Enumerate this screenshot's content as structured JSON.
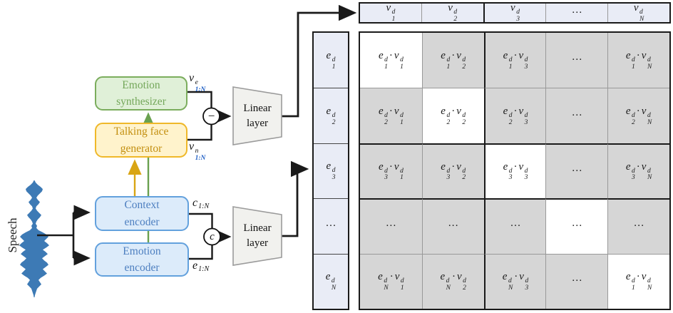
{
  "colors": {
    "accent_blue": "#1f5fc4",
    "wave_blue": "#3d7ab5",
    "green_fill": "#e0f0d8",
    "green_border": "#7bad5d",
    "green_text": "#74a75a",
    "yellow_fill": "#fff3cc",
    "yellow_border": "#efb829",
    "yellow_text": "#c38f10",
    "blue_fill": "#dcebfa",
    "blue_border": "#63a1dd",
    "blue_text": "#4d7fc0",
    "trap_fill": "#f1f1ee",
    "trap_border": "#9b9b9b",
    "header_cell": "#e9ecf6",
    "gray_cell": "#d6d6d6",
    "white_cell": "#ffffff",
    "grid_line": "#999999",
    "line_black": "#1a1a1a"
  },
  "diagram": {
    "speech_label": "Speech",
    "waveform_amplitudes": [
      0.5,
      2,
      5,
      9,
      12,
      11,
      8,
      5,
      3,
      5,
      8,
      6,
      3,
      2,
      4,
      7,
      10,
      8,
      5,
      3,
      2,
      4,
      3,
      6,
      12,
      17,
      20,
      17,
      14,
      18,
      21,
      17,
      12,
      16,
      19,
      15,
      11,
      14,
      18,
      20,
      16,
      12,
      15,
      18,
      14,
      9,
      6,
      8,
      10,
      7,
      4,
      3,
      2,
      1,
      0.5
    ],
    "boxes": {
      "emotion_synthesizer": {
        "line1": "Emotion",
        "line2": "synthesizer"
      },
      "talking_face_generator": {
        "line1": "Talking face",
        "line2": "generator"
      },
      "context_encoder": {
        "line1": "Context",
        "line2": "encoder"
      },
      "emotion_encoder": {
        "line1": "Emotion",
        "line2": "encoder"
      }
    },
    "linear_layers": {
      "top": {
        "line1": "Linear",
        "line2": "layer"
      },
      "bottom": {
        "line1": "Linear",
        "line2": "layer"
      }
    },
    "operators": {
      "subtract": "−",
      "concatenate": "c"
    },
    "signals": {
      "emotion_video": "v_1:N^e",
      "neutral_video": "v_1:N^n",
      "context_features": "c_1:N",
      "emotion_features": "e_1:N"
    }
  },
  "matrix": {
    "col_headers": [
      "v_1^d",
      "v_2^d",
      "v_3^d",
      "···",
      "v_N^d"
    ],
    "row_headers": [
      "e_1^d",
      "e_2^d",
      "e_3^d",
      "···",
      "e_N^d"
    ],
    "cells": [
      [
        "e_1^d · v_1^d",
        "e_1^d · v_2^d",
        "e_1^d · v_3^d",
        "···",
        "e_1^d · v_N^d"
      ],
      [
        "e_2^d · v_1^d",
        "e_2^d · v_2^d",
        "e_2^d · v_3^d",
        "···",
        "e_2^d · v_N^d"
      ],
      [
        "e_3^d · v_1^d",
        "e_3^d · v_2^d",
        "e_3^d · v_3^d",
        "···",
        "e_3^d · v_N^d"
      ],
      [
        "···",
        "···",
        "···",
        "···",
        "···"
      ],
      [
        "e_N^d · v_1^d",
        "e_N^d · v_2^d",
        "e_N^d · v_3^d",
        "···",
        "e_1^d · v_N^d"
      ]
    ]
  }
}
